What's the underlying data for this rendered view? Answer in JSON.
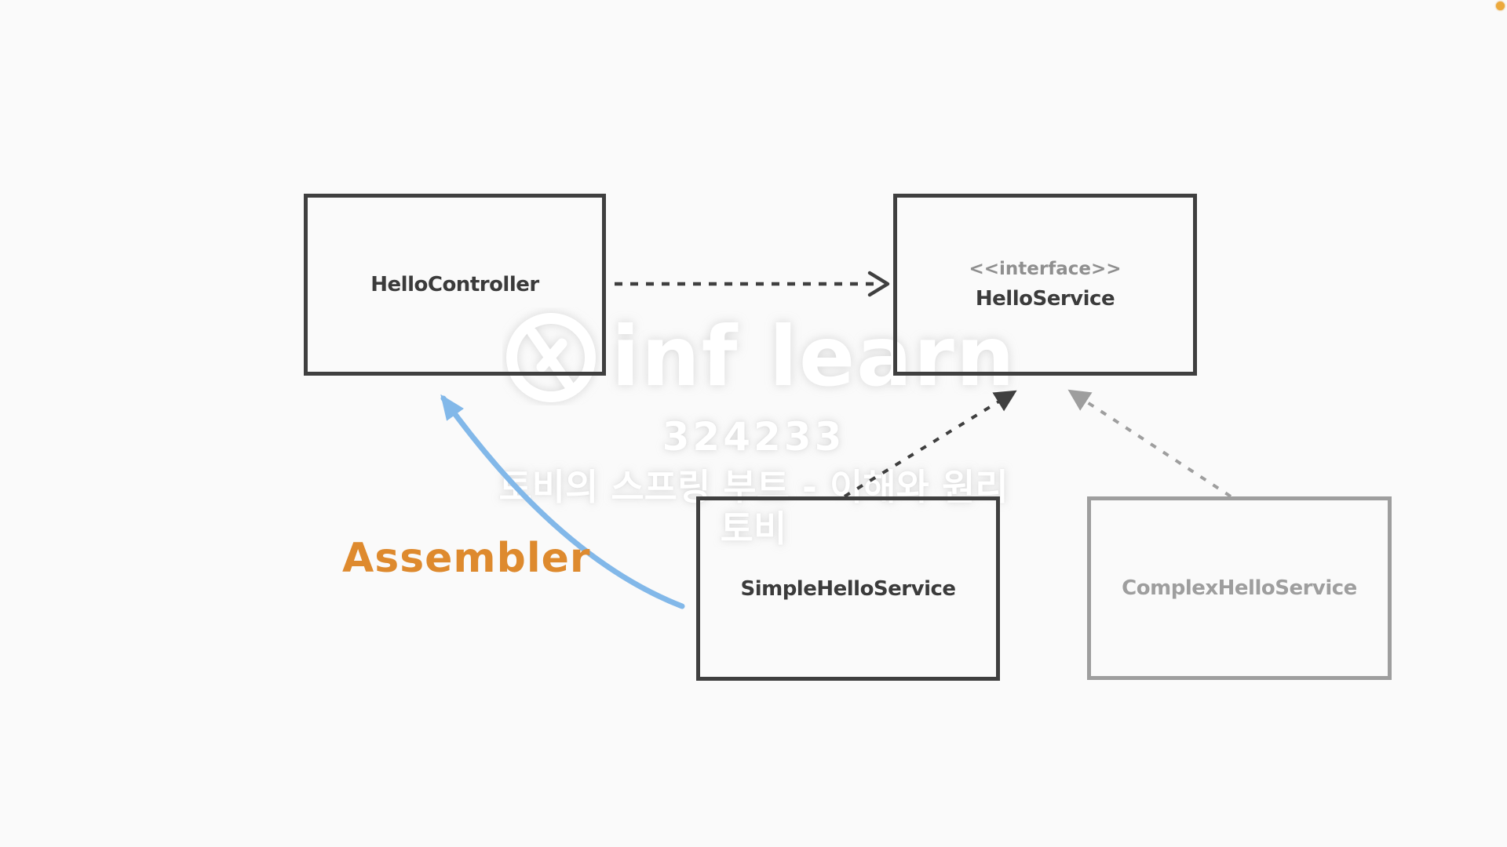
{
  "page": {
    "background": "#fafafa"
  },
  "diagram": {
    "nodes": [
      {
        "id": "hello-controller",
        "label": "HelloController"
      },
      {
        "id": "hello-service",
        "stereotype": "<<interface>>",
        "label": "HelloService"
      },
      {
        "id": "simple-hello-service",
        "label": "SimpleHelloService"
      },
      {
        "id": "complex-hello-service",
        "label": "ComplexHelloService",
        "muted": true
      }
    ],
    "annotation": {
      "label": "Assembler",
      "color": "#de8a2e"
    },
    "edges": [
      {
        "from": "hello-controller",
        "to": "hello-service",
        "style": "dashed",
        "color": "#3f3f3f",
        "arrowhead": "open"
      },
      {
        "from": "simple-hello-service",
        "to": "hello-service",
        "style": "dashed",
        "color": "#3f3f3f",
        "arrowhead": "filled-triangle"
      },
      {
        "from": "complex-hello-service",
        "to": "hello-service",
        "style": "dashed",
        "color": "#9e9e9e",
        "arrowhead": "filled-triangle"
      },
      {
        "from": "simple-hello-service",
        "to": "hello-controller",
        "style": "solid-curved",
        "color": "#82b8e9",
        "arrowhead": "filled-triangle"
      }
    ],
    "colors": {
      "node_border": "#3f3f3f",
      "node_text": "#3b3b3b",
      "muted": "#9e9e9e",
      "stereotype_gray": "#8f8f8f",
      "annotation_orange": "#de8a2e",
      "assembler_arrow_blue": "#82b8e9"
    }
  },
  "watermark": {
    "logo_word": "inf learn",
    "code": "324233",
    "line1": "토비의 스프링 부트 - 이해와 원리",
    "line2": "토비"
  },
  "status": {
    "recording_dot_color": "#eca93c"
  }
}
